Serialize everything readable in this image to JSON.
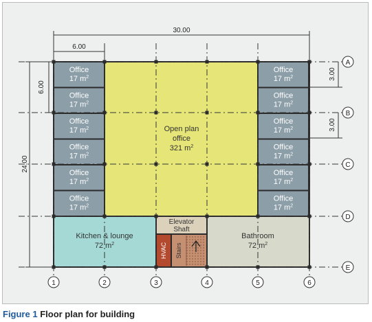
{
  "caption": {
    "label": "Figure 1",
    "text": "Floor plan for building"
  },
  "dimensions": {
    "overall_width": "30.00",
    "bay_width": "6.00",
    "overall_depth": "24.00",
    "row_depth": "6.00",
    "office_depth_1": "3.00",
    "office_depth_2": "3.00"
  },
  "grid": {
    "rows": [
      "A",
      "B",
      "C",
      "D",
      "E"
    ],
    "columns": [
      "1",
      "2",
      "3",
      "4",
      "5",
      "6"
    ]
  },
  "rooms": {
    "office_label": "Office",
    "office_area": "17 m",
    "open_plan_line1": "Open plan",
    "open_plan_line2": "office",
    "open_plan_area": "321 m",
    "kitchen_name": "Kitchen & lounge",
    "kitchen_area": "72 m",
    "elevator_line1": "Elevator",
    "elevator_line2": "Shaft",
    "hvac": "HVAC",
    "stairs": "Stairs",
    "bathroom_name": "Bathroom",
    "bathroom_area": "72 m",
    "area_exponent": "2"
  },
  "colors": {
    "office": "#8c9ea8",
    "open_plan": "#e6e578",
    "kitchen": "#a5d9d5",
    "bathroom": "#d7d9ca",
    "elevator": "#dcd2bc",
    "hvac": "#b34a2e",
    "stairs": "#c58f72",
    "wall": "#2b2b2b"
  }
}
